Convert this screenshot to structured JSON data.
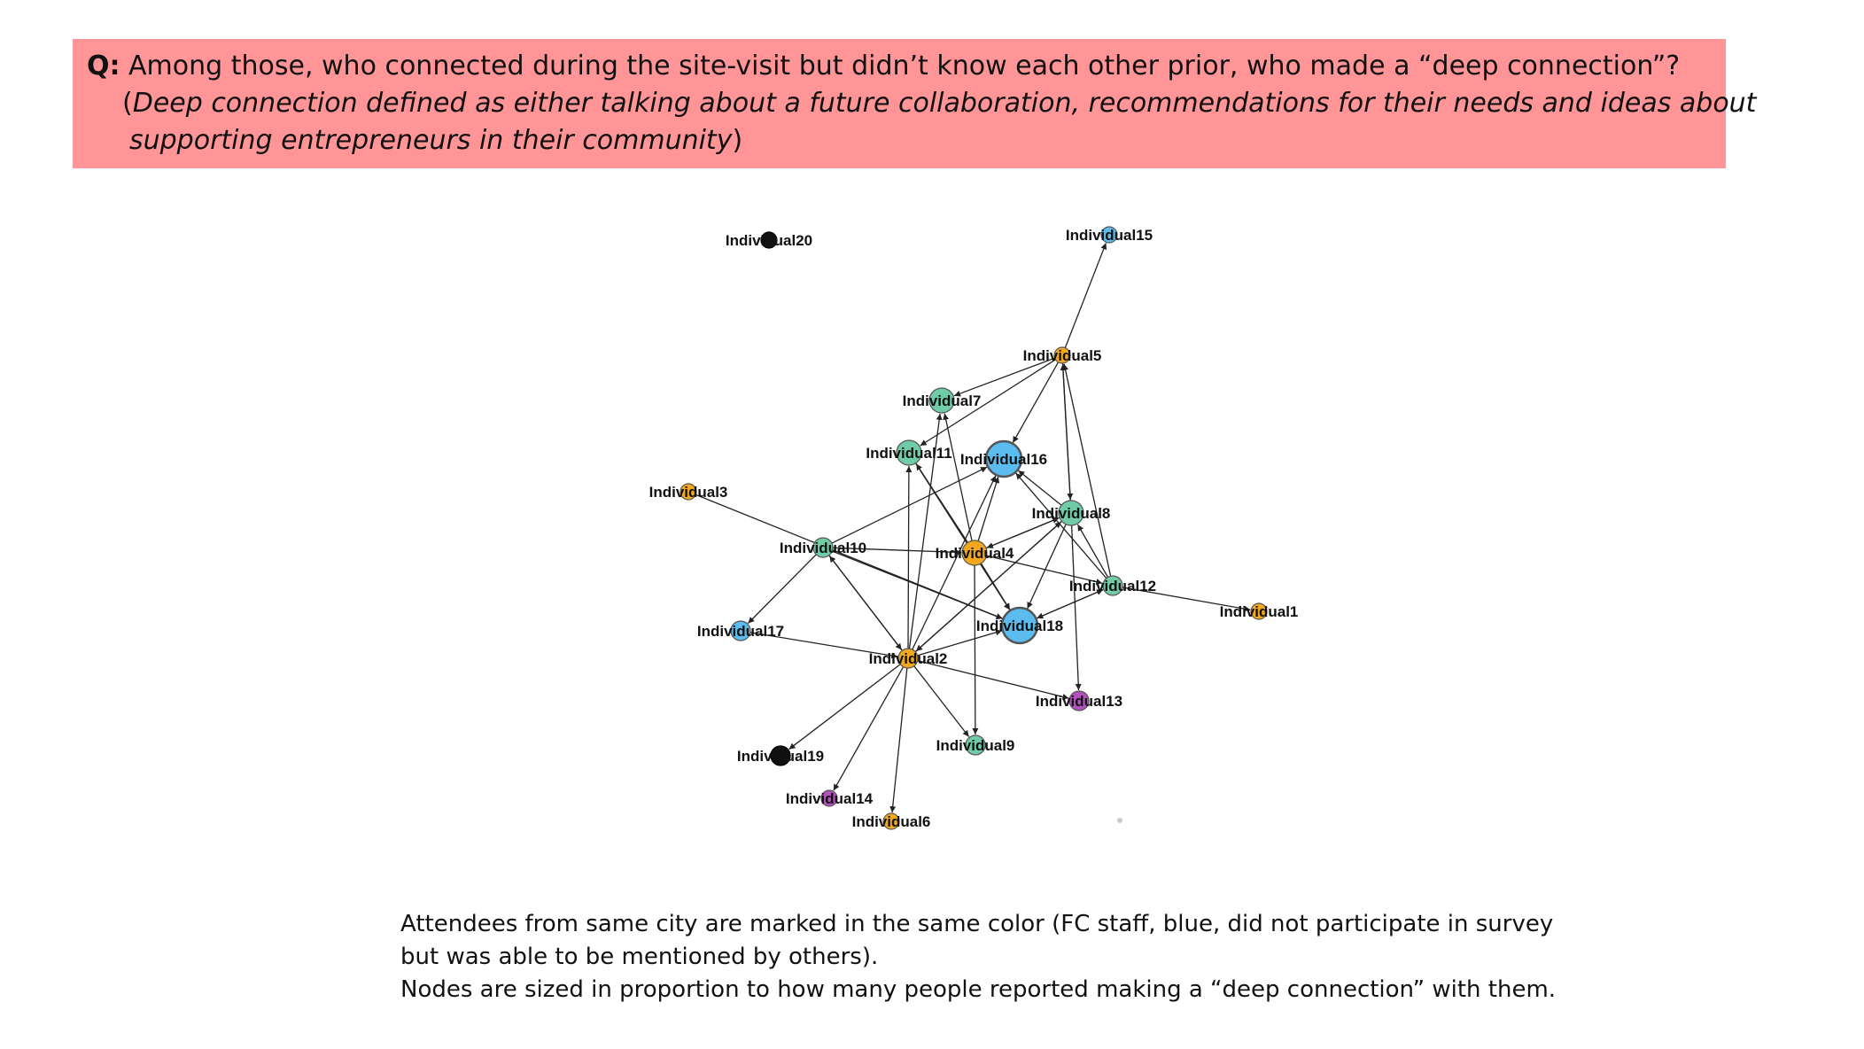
{
  "banner": {
    "q_prefix": "Q:",
    "question": " Among those, who connected during the site-visit but didn’t know each other prior, who made a “deep connection”?",
    "paren_open": "(",
    "definition_line1": "Deep connection defined as either talking about a future collaboration, recommendations for their needs and ideas about",
    "definition_line2": "supporting entrepreneurs in their community",
    "paren_close": ")",
    "background_color": "#ff9596"
  },
  "caption": {
    "line1": "Attendees from same city are marked in the same color (FC staff, blue, did not participate in survey",
    "line2": "but was able to be mentioned by others).",
    "line3": "Nodes are sized in proportion to how many people reported making a “deep connection” with them."
  },
  "colors": {
    "orange": "#f2a81c",
    "teal": "#6fcca6",
    "blue": "#5bbcf0",
    "purple": "#b34fbf",
    "black": "#111111",
    "edge": "#222222",
    "stray_dot": "#c8c8c8"
  },
  "network": {
    "nodes": [
      {
        "id": "Individual1",
        "label": "Individual1",
        "color": "orange",
        "degree_size": 1
      },
      {
        "id": "Individual2",
        "label": "Individual2",
        "color": "orange",
        "degree_size": 2
      },
      {
        "id": "Individual3",
        "label": "Individual3",
        "color": "orange",
        "degree_size": 1
      },
      {
        "id": "Individual4",
        "label": "Individual4",
        "color": "orange",
        "degree_size": 3
      },
      {
        "id": "Individual5",
        "label": "Individual5",
        "color": "orange",
        "degree_size": 1
      },
      {
        "id": "Individual6",
        "label": "Individual6",
        "color": "orange",
        "degree_size": 1
      },
      {
        "id": "Individual7",
        "label": "Individual7",
        "color": "teal",
        "degree_size": 3
      },
      {
        "id": "Individual8",
        "label": "Individual8",
        "color": "teal",
        "degree_size": 3
      },
      {
        "id": "Individual9",
        "label": "Individual9",
        "color": "teal",
        "degree_size": 2
      },
      {
        "id": "Individual10",
        "label": "Individual10",
        "color": "teal",
        "degree_size": 2
      },
      {
        "id": "Individual11",
        "label": "Individual11",
        "color": "teal",
        "degree_size": 3
      },
      {
        "id": "Individual12",
        "label": "Individual12",
        "color": "teal",
        "degree_size": 2
      },
      {
        "id": "Individual13",
        "label": "Individual13",
        "color": "purple",
        "degree_size": 2
      },
      {
        "id": "Individual14",
        "label": "Individual14",
        "color": "purple",
        "degree_size": 1
      },
      {
        "id": "Individual15",
        "label": "Individual15",
        "color": "blue",
        "degree_size": 1
      },
      {
        "id": "Individual16",
        "label": "Individual16",
        "color": "blue",
        "degree_size": 5
      },
      {
        "id": "Individual17",
        "label": "Individual17",
        "color": "blue",
        "degree_size": 2
      },
      {
        "id": "Individual18",
        "label": "Individual18",
        "color": "blue",
        "degree_size": 5
      },
      {
        "id": "Individual19",
        "label": "Individual19",
        "color": "black",
        "degree_size": 2
      },
      {
        "id": "Individual20",
        "label": "Individual20",
        "color": "black",
        "degree_size": 1
      }
    ],
    "edges": [
      {
        "from": "Individual5",
        "to": "Individual15"
      },
      {
        "from": "Individual5",
        "to": "Individual7"
      },
      {
        "from": "Individual5",
        "to": "Individual11"
      },
      {
        "from": "Individual5",
        "to": "Individual16"
      },
      {
        "from": "Individual5",
        "to": "Individual8"
      },
      {
        "from": "Individual12",
        "to": "Individual5"
      },
      {
        "from": "Individual8",
        "to": "Individual5"
      },
      {
        "from": "Individual3",
        "to": "Individual18"
      },
      {
        "from": "Individual10",
        "to": "Individual17"
      },
      {
        "from": "Individual10",
        "to": "Individual16"
      },
      {
        "from": "Individual10",
        "to": "Individual18"
      },
      {
        "from": "Individual10",
        "to": "Individual4"
      },
      {
        "from": "Individual10",
        "to": "Individual2"
      },
      {
        "from": "Individual2",
        "to": "Individual10"
      },
      {
        "from": "Individual2",
        "to": "Individual7"
      },
      {
        "from": "Individual2",
        "to": "Individual11"
      },
      {
        "from": "Individual2",
        "to": "Individual16"
      },
      {
        "from": "Individual2",
        "to": "Individual18"
      },
      {
        "from": "Individual2",
        "to": "Individual8"
      },
      {
        "from": "Individual2",
        "to": "Individual13"
      },
      {
        "from": "Individual2",
        "to": "Individual9"
      },
      {
        "from": "Individual2",
        "to": "Individual19"
      },
      {
        "from": "Individual2",
        "to": "Individual14"
      },
      {
        "from": "Individual2",
        "to": "Individual6"
      },
      {
        "from": "Individual17",
        "to": "Individual2"
      },
      {
        "from": "Individual4",
        "to": "Individual7"
      },
      {
        "from": "Individual4",
        "to": "Individual11"
      },
      {
        "from": "Individual4",
        "to": "Individual16"
      },
      {
        "from": "Individual4",
        "to": "Individual18"
      },
      {
        "from": "Individual4",
        "to": "Individual8"
      },
      {
        "from": "Individual4",
        "to": "Individual9"
      },
      {
        "from": "Individual4",
        "to": "Individual12"
      },
      {
        "from": "Individual8",
        "to": "Individual16"
      },
      {
        "from": "Individual8",
        "to": "Individual4"
      },
      {
        "from": "Individual8",
        "to": "Individual18"
      },
      {
        "from": "Individual8",
        "to": "Individual13"
      },
      {
        "from": "Individual8",
        "to": "Individual2"
      },
      {
        "from": "Individual12",
        "to": "Individual16"
      },
      {
        "from": "Individual12",
        "to": "Individual18"
      },
      {
        "from": "Individual12",
        "to": "Individual8"
      },
      {
        "from": "Individual12",
        "to": "Individual1"
      },
      {
        "from": "Individual11",
        "to": "Individual18"
      },
      {
        "from": "Individual18",
        "to": "Individual12"
      }
    ]
  }
}
